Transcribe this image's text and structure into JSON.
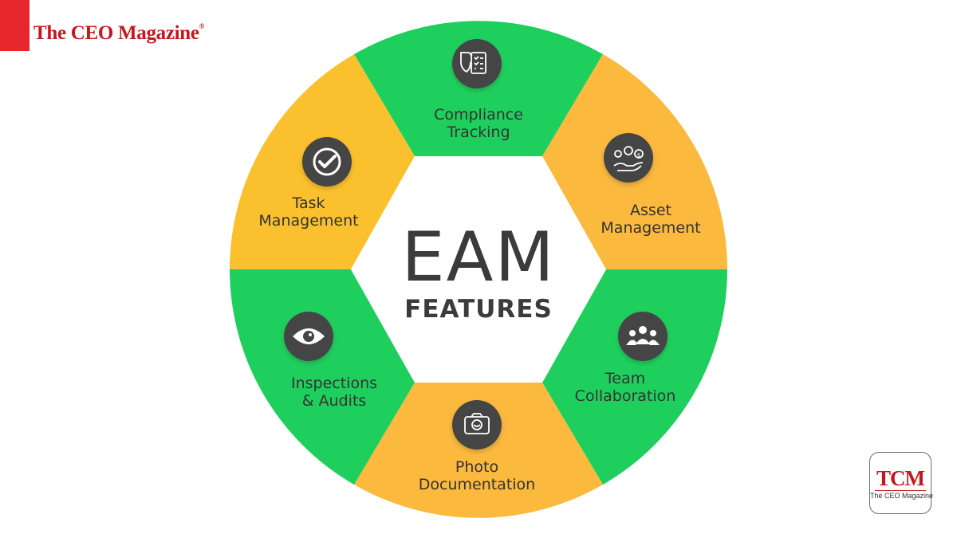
{
  "brand": {
    "name": "The CEO Magazine",
    "badge_logo": "TCM",
    "badge_sub": "The CEO Magazine",
    "accent_color": "#c5161d"
  },
  "center": {
    "title": "EAM",
    "subtitle": "FEATURES"
  },
  "segments": [
    {
      "line1": "Compliance",
      "line2": "Tracking",
      "icon": "compliance-checklist-icon",
      "color": "#1fcf5d"
    },
    {
      "line1": "Asset",
      "line2": "Management",
      "icon": "hand-gear-dollar-icon",
      "color": "#fbb93e"
    },
    {
      "line1": "Team",
      "line2": "Collaboration",
      "icon": "team-group-icon",
      "color": "#1fcf5d"
    },
    {
      "line1": "Photo",
      "line2": "Documentation",
      "icon": "camera-icon",
      "color": "#fbb93e"
    },
    {
      "line1": "Inspections",
      "line2": "& Audits",
      "icon": "eye-icon",
      "color": "#1fcf5d"
    },
    {
      "line1": "Task",
      "line2": "Management",
      "icon": "checkmark-circle-icon",
      "color": "#fbc02d"
    }
  ]
}
